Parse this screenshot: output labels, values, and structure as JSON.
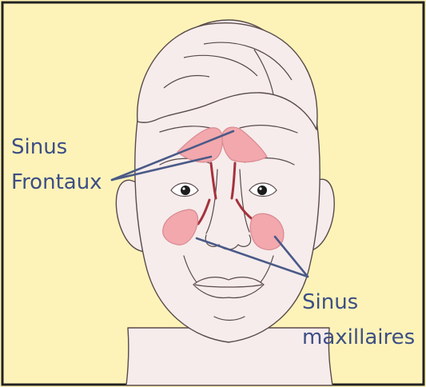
{
  "labels": {
    "frontal_line1": "Sinus",
    "frontal_line2": "Frontaux",
    "maxillary_line1": "Sinus",
    "maxillary_line2": "maxillaires"
  },
  "colors": {
    "background": "#fdf3b8",
    "frame": "#222222",
    "skin": "#f6ecec",
    "outline": "#5a4a4a",
    "sinus_fill": "#f2a8ad",
    "sinus_edge": "#d98a90",
    "nasal_passage": "#a5323c",
    "leader_line": "#4a5a88",
    "label_text": "#3d4e86"
  }
}
